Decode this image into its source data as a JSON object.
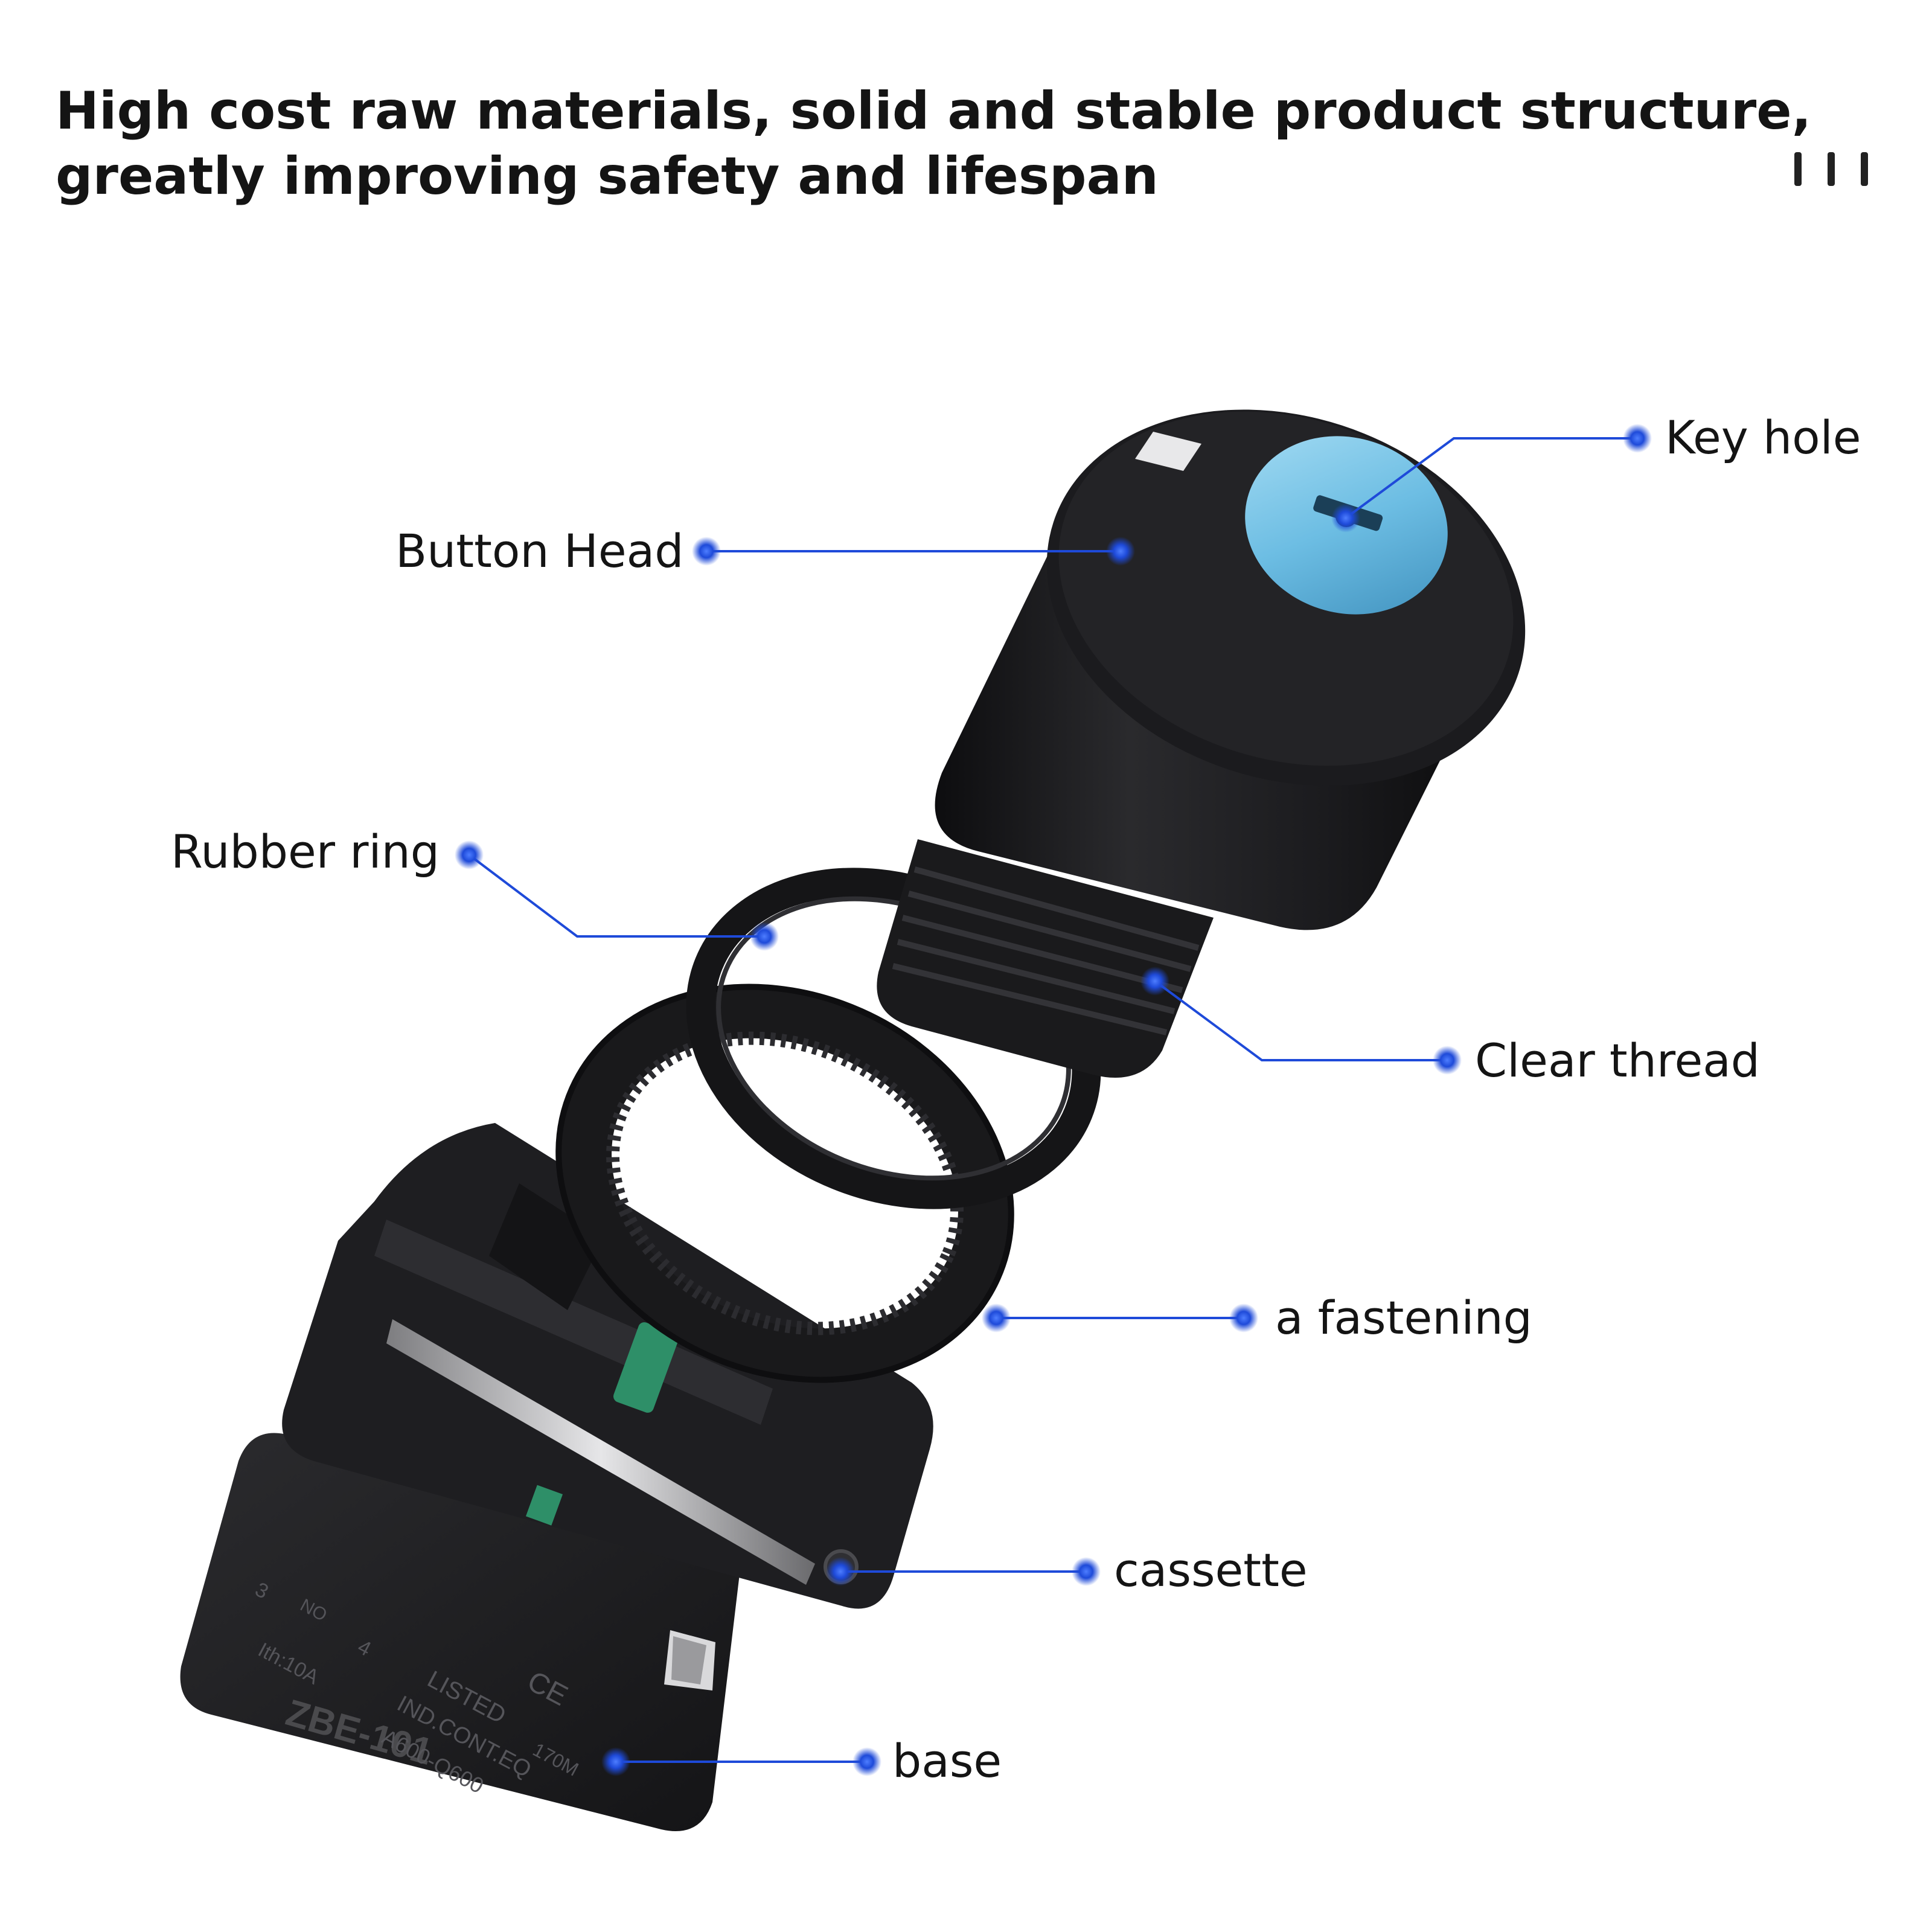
{
  "headline": {
    "line1": "High cost raw materials, solid and stable product structure,",
    "line2": "greatly improving safety and lifespan"
  },
  "decor": {
    "bars_icon": "three-vertical-bars-icon"
  },
  "colors": {
    "accent": "#1e4ad9",
    "product_body": "#1c1c1e",
    "key_cylinder": "#79c3e6",
    "contact_green": "#2e8f68"
  },
  "callouts": {
    "key_hole": "Key hole",
    "button_head": "Button Head",
    "rubber_ring": "Rubber ring",
    "clear_thread": "Clear thread",
    "fastening": "a fastening",
    "cassette": "cassette",
    "base": "base"
  },
  "product_markings": {
    "model": "ZBE-101",
    "listed": "LISTED",
    "listed_code": "170M",
    "ind_cont": "IND.CONT.EQ",
    "rating_code": "A600-Q600",
    "terminal_3": "3",
    "terminal_4": "4",
    "no_label": "NO",
    "current": "Ith:10A",
    "ce": "CE"
  }
}
